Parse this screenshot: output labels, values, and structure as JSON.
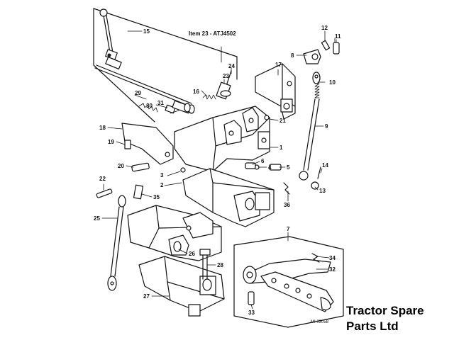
{
  "caption": "Item 23 - ATJ4502",
  "brand": {
    "line1": "Tractor Spare",
    "line2": "Parts Ltd"
  },
  "drawing_code": "MI 03058",
  "callouts": [
    "1",
    "2",
    "3",
    "4",
    "5",
    "6",
    "7",
    "8",
    "9",
    "10",
    "11",
    "12",
    "13",
    "14",
    "15",
    "16",
    "17",
    "18",
    "19",
    "20",
    "21",
    "22",
    "23",
    "24",
    "25",
    "26",
    "27",
    "28",
    "29",
    "30",
    "31",
    "32",
    "33",
    "34",
    "35",
    "36"
  ]
}
